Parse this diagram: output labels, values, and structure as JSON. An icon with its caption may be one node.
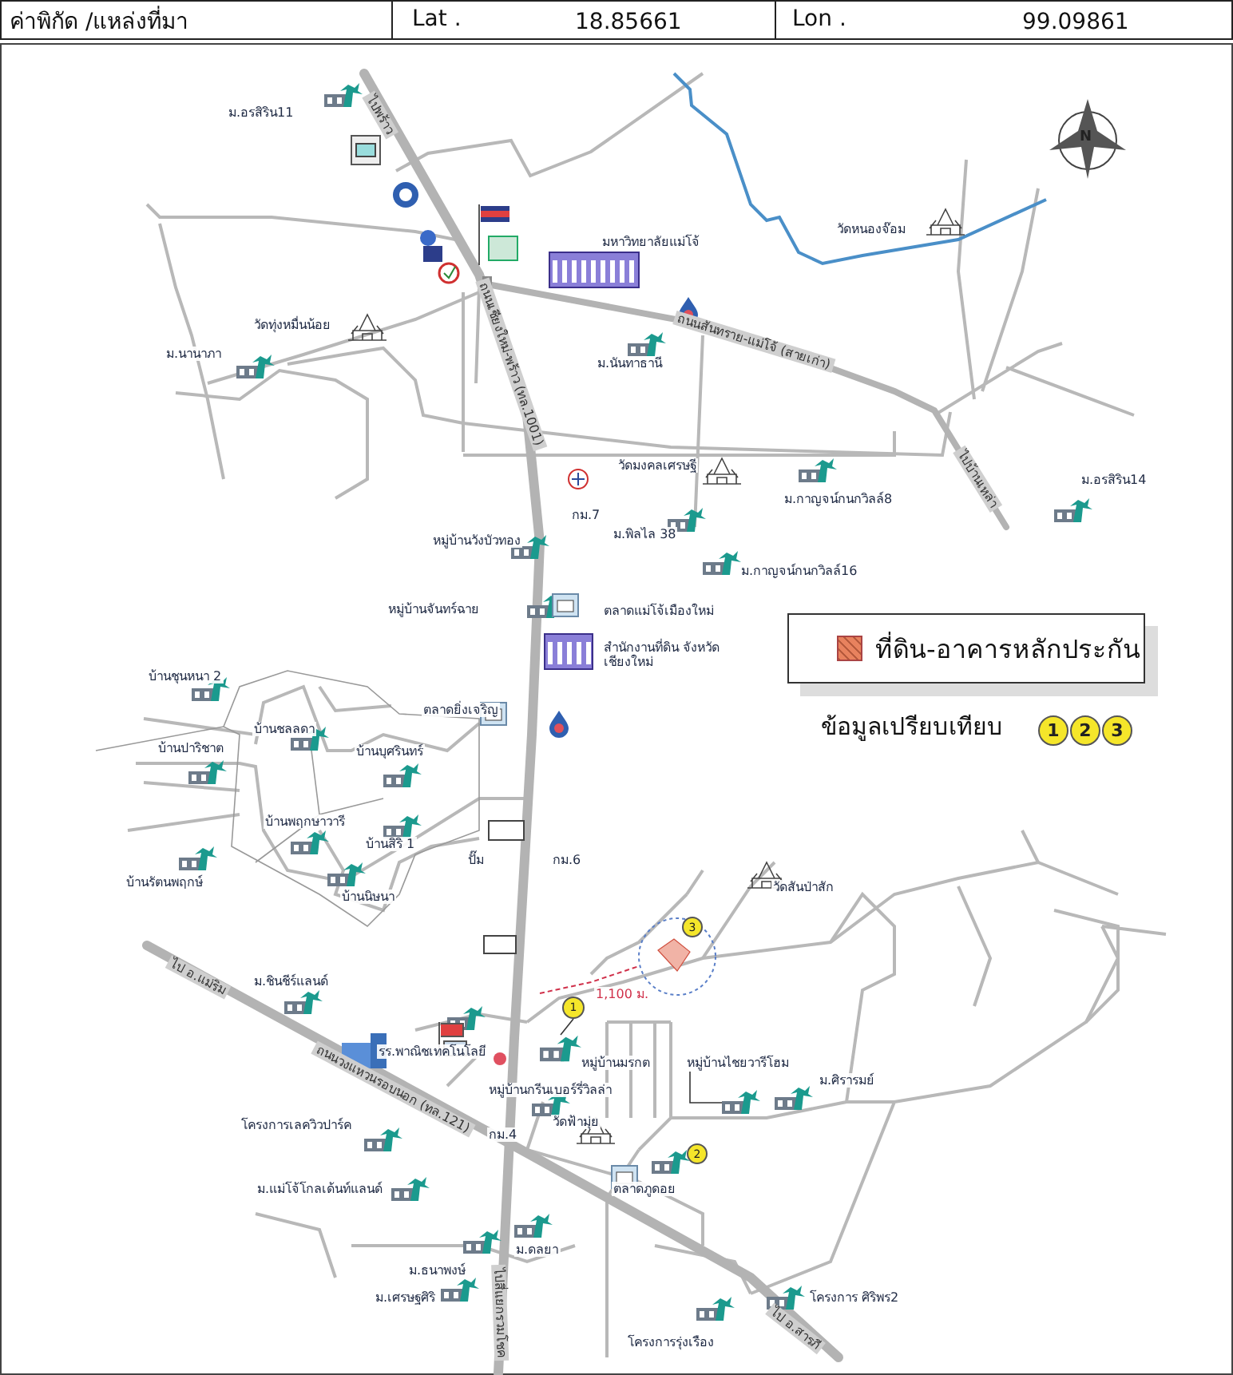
{
  "diagram": {
    "nodes": [
      {
        "text": [
          "3"
        ]
      },
      {
        "text": [
          "1"
        ]
      },
      {
        "text": [],
        "shape": "picture"
      },
      {
        "text": [
          "หมู่บ้านไชยวารีโฮม"
        ]
      },
      {
        "text": [],
        "shape": "picture"
      },
      {
        "text": [
          "2"
        ]
      }
    ],
    "edges": [
      {
        "from": 1,
        "to": 2,
        "arrow": "none"
      },
      {
        "from": 3,
        "to": 4,
        "arrow": "none"
      }
    ],
    "labels": [
      "ค่าพิกัด /แหล่งที่มา",
      "Lat .",
      "18.85661",
      "Lon .",
      "99.09861",
      "N",
      "ม.อรสิริน11",
      "ไปพร้าว",
      "มหาวิทยาลัยแม่โจ้",
      "วัดหนองจ๊อม",
      "วัดทุ่งหมื่นน้อย",
      "ม.นานาภา",
      "ถนนสันทราย-แม่โจ้ (สายเก่า)",
      "ม.นันทาธานี",
      "ถนนเชียงใหม่-พร้าว (ทล.1001)",
      "วัดมงคลเศรษฐี",
      "ม.กาญจน์กนกวิลล์8",
      "ม.อรสิริน14",
      "ไปบ้านเหล่า",
      "กม.7",
      "ม.พิลไล 38",
      "หมู่บ้านวังบัวทอง",
      "ม.กาญจน์กนกวิลล์16",
      "หมู่บ้านจันทร์ฉาย",
      "ตลาดแม่โจ้เมืองใหม่",
      "สำนักงานที่ดิน จังหวัดเชียงใหม่",
      "ตลาดยิ่งเจริญ",
      "บ้านชุนหนา 2",
      "บ้านชลลดา",
      "บ้านปาริชาต",
      "บ้านบุศรินทร์",
      "บ้านพฤกษาวารี",
      "บ้านสิริ 1",
      "ปั๊ม",
      "กม.6",
      "บ้านรัตนพฤกษ์",
      "บ้านนิษนา",
      "ม.ชินชีร์แลนด์",
      "ไป อ.แม่ริม",
      "1,100 ม.",
      "รร.พาณิชเทคโนโลยี",
      "หมู่บ้านมรกต",
      "หมู่บ้านกรีนเบอร์รี่วิลล่า",
      "ม.ศิรารมย์",
      "โครงการเลควิวปาร์ค",
      "วัดฟ้ามุ่ย",
      "กม.4",
      "ถนนวงแหวนรอบนอก (ทล.121)",
      "ม.แม่โจ้โกลเด้นท์แลนด์",
      "ตลาดภูดอย",
      "ม.ดลยา",
      "ม.ธนาพงษ์",
      "ม.เศรษฐศิริ",
      "ไปสี่แยกรวมโชค",
      "โครงการ ศิริพร2",
      "โครงการรุ่งเรือง",
      "ไป อ.สารภี",
      "วัดสันป่าสัก",
      "ข้อมูลเปรียบเทียบ",
      "1",
      "2",
      "3"
    ],
    "legend": [
      {
        "text": "ที่ดิน-อาคารหลักประกัน",
        "color": "#e8825e"
      }
    ]
  }
}
